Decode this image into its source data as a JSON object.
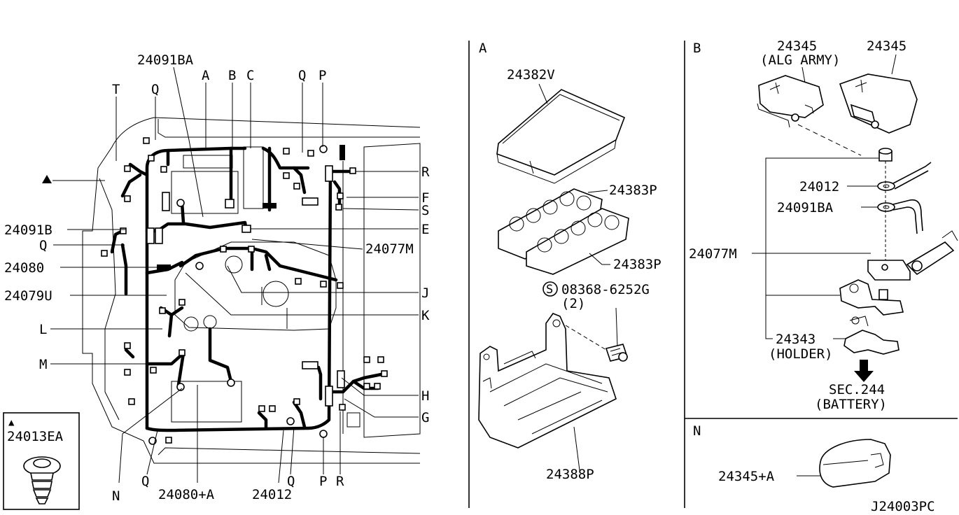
{
  "diagram_id": "J24003PC",
  "sections": {
    "main_labels": {
      "p24091BA": "24091BA",
      "A": "A",
      "B": "B",
      "C": "C",
      "Q_top": "Q",
      "P_top": "P",
      "T": "T",
      "Q_left_top": "Q",
      "R_right": "R",
      "F": "F",
      "S": "S",
      "E": "E",
      "p24077M": "24077M",
      "J": "J",
      "K": "K",
      "p24091B": "24091B",
      "Q_left": "Q",
      "p24080": "24080",
      "p24079U": "24079U",
      "L": "L",
      "M": "M",
      "H": "H",
      "G": "G",
      "N": "N",
      "Q_bottom": "Q",
      "p24080A": "24080+A",
      "p24012": "24012",
      "Q_bottom2": "Q",
      "P_bottom": "P",
      "R_bottom": "R"
    },
    "clip_callout": {
      "marker": "▲",
      "label": "24013EA"
    },
    "panel_A": {
      "title": "A",
      "cover": "24382V",
      "fuse_block_1": "24383P",
      "fuse_block_2": "24383P",
      "screw_symbol": "S",
      "screw": "08368-6252G",
      "screw_qty": "(2)",
      "bracket": "24388P"
    },
    "panel_B": {
      "title": "B",
      "cap_alg_army": "24345",
      "cap_alg_army_note": "(ALG ARMY)",
      "cap": "24345",
      "nut": "24012",
      "washer": "24091BA",
      "terminal": "24077M",
      "holder": "24343",
      "holder_note": "(HOLDER)",
      "battery_ref": "SEC.244",
      "battery_note": "(BATTERY)"
    },
    "panel_N": {
      "title": "N",
      "cap": "24345+A"
    }
  }
}
